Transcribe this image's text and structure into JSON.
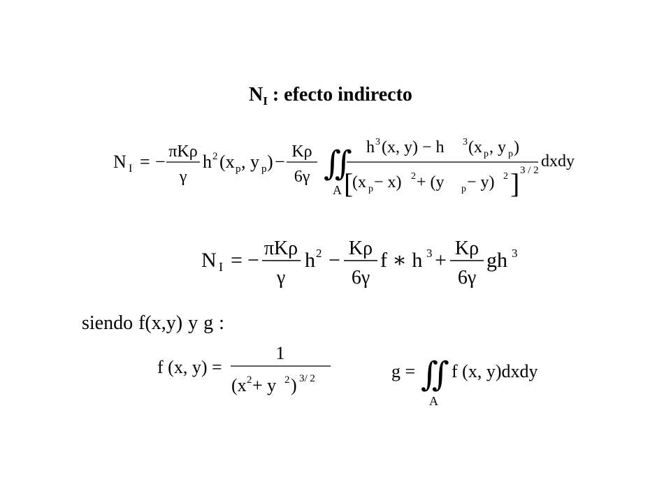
{
  "slide": {
    "title": {
      "symbol": "N",
      "subscript": "I",
      "text": " : efecto indirecto"
    },
    "eq1": {
      "lhs": "N",
      "lhs_sub": "I",
      "equals": "=",
      "minus": "−",
      "t1_num": "πKρ",
      "t1_den": "γ",
      "h": "h",
      "sq": "2",
      "t1_args": "(x",
      "p": "p",
      "comma_y": ", y",
      "close": ")",
      "t2_num": "Kρ",
      "t2_den": "6γ",
      "integral": "∬",
      "region": "A",
      "num_h3_a": "h",
      "cube": "3",
      "num_args_a": "(x, y) − h",
      "num_args_b": "(x",
      "num_args_c": ", y",
      "den_bracket_open": "[",
      "den_part_a": "(x",
      "den_part_b": " − x)",
      "den_part_c": " + (y",
      "den_part_d": " − y)",
      "den_bracket_close": "]",
      "den_exp": "3 / 2",
      "diff": "dxdy"
    },
    "eq2": {
      "lhs": "N",
      "lhs_sub": "I",
      "equals": "=",
      "minus": "−",
      "t1_num": "πKρ",
      "t1_den": "γ",
      "h2": "h",
      "sq": "2",
      "t2_num": "Kρ",
      "t2_den": "6γ",
      "f_star_h": "f ∗ h",
      "cube": "3",
      "plus": "+",
      "t3_num": "Kρ",
      "t3_den": "6γ",
      "gh": "gh",
      "cube2": "3"
    },
    "siendo": "siendo  f(x,y)  y g :",
    "eq3": {
      "lhs": "f (x, y) =",
      "num": "1",
      "den_a": "(x",
      "den_b": " + y",
      "den_c": ")",
      "sq": "2",
      "exp": "3/ 2"
    },
    "eq4": {
      "lhs": "g =",
      "integral": "∬",
      "region": "A",
      "body": "f (x, y)dxdy"
    }
  }
}
